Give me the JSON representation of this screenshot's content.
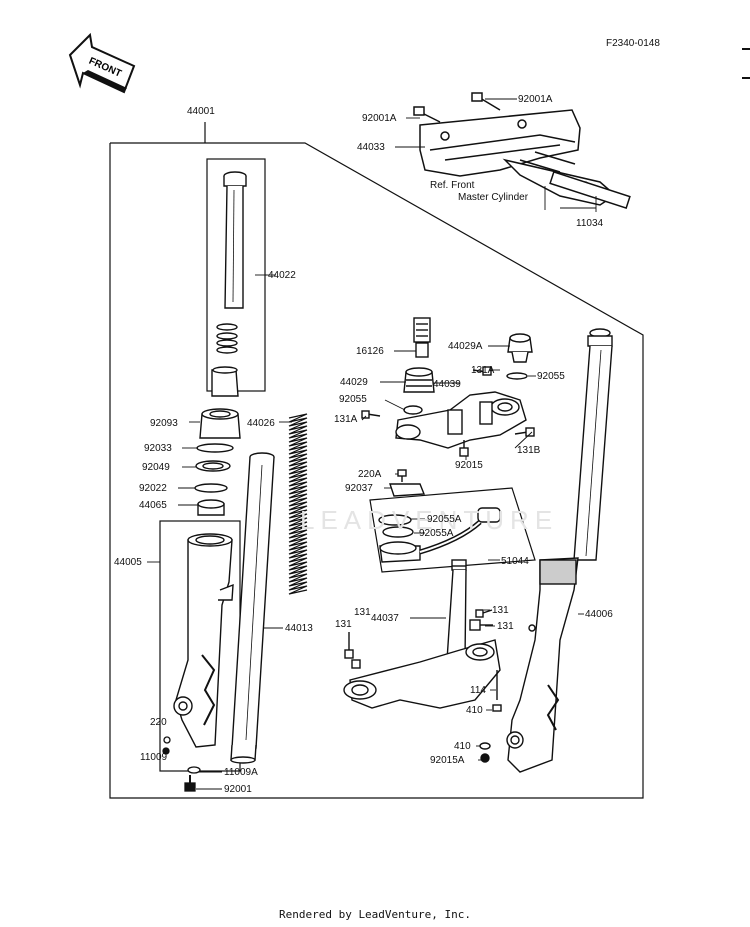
{
  "figure_code": "F2340-0148",
  "front_label": "FRONT",
  "footer": "Rendered by LeadVenture, Inc.",
  "watermark": "LEADVENTURE",
  "note": {
    "line1": "Ref. Front",
    "line2": "Master Cylinder"
  },
  "callouts": {
    "c44001": "44001",
    "c92001a_top": "92001A",
    "c92001a_left": "92001A",
    "c44033": "44033",
    "c11034": "11034",
    "c44022": "44022",
    "c16126": "16126",
    "c44029a": "44029A",
    "c131a_top": "131A",
    "c92055_right": "92055",
    "c44029": "44029",
    "c44039": "44039",
    "c92055_left": "92055",
    "c131a_left": "131A",
    "c92015": "92015",
    "c131b": "131B",
    "c92093": "92093",
    "c44026": "44026",
    "c92033": "92033",
    "c92049": "92049",
    "c92022": "92022",
    "c44065": "44065",
    "c220a": "220A",
    "c92037": "92037",
    "c92055a_1": "92055A",
    "c92055a_2": "92055A",
    "c51044": "51044",
    "c44005": "44005",
    "c44037": "44037",
    "c131_1": "131",
    "c131_2": "131",
    "c131_3": "131",
    "c131_4": "131",
    "c44006": "44006",
    "c44013": "44013",
    "c114": "114",
    "c410_1": "410",
    "c410_2": "410",
    "c220": "220",
    "c11009": "11009",
    "c92015a": "92015A",
    "c11009a": "11009A",
    "c92001": "92001"
  }
}
